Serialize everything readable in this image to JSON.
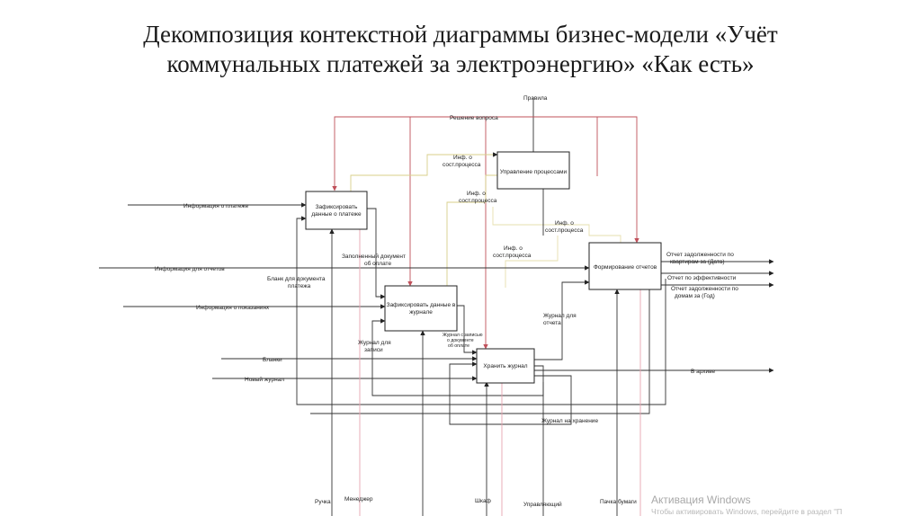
{
  "title": {
    "line1": "Декомпозиция контекстной диаграммы бизнес-модели «Учёт",
    "line2": "коммунальных платежей за электроэнергию» «Как есть»"
  },
  "boxes": {
    "fix_payment": [
      "Зафиксировать",
      "данные о платеже"
    ],
    "fix_journal": [
      "Зафиксировать данные в",
      "журнале"
    ],
    "store_journal": [
      "Хранить журнал"
    ],
    "manage": [
      "Управление процессами"
    ],
    "reports": [
      "Формирование отчетов"
    ]
  },
  "labels": {
    "rules": "Правила",
    "decision": "Решение вопроса",
    "inf_proc_1": [
      "Инф. о",
      "сост.процесса"
    ],
    "inf_proc_2": [
      "Инф. о",
      "сост.процесса"
    ],
    "inf_proc_3": [
      "Инф. о",
      "сост.процесса"
    ],
    "inf_proc_4": [
      "Инф. о",
      "сост.процесса"
    ],
    "pay_info": "Информация о платеже",
    "report_info": "Информация для отчетов",
    "readings_info": "Информация о показаниях",
    "blanks": "Бланки",
    "new_journal": "Новый журнал",
    "filled_doc": [
      "Заполненный документ",
      "об оплате"
    ],
    "blank_doc": [
      "Бланк для документа",
      "платежа"
    ],
    "journal_record": [
      "Журнал для",
      "записи"
    ],
    "journal_with_record": [
      "Журнал с записью",
      "о документе",
      "об оплате"
    ],
    "journal_report": [
      "Журнал для",
      "отчета"
    ],
    "journal_storage": "Журнал на хранение",
    "archive": "В архиве",
    "out_apartments": [
      "Отчет задолженности по",
      "квартирам за (Дата)"
    ],
    "out_efficiency": "Отчет по эффективности",
    "out_houses": [
      "Отчет задолженности по",
      "домам за (Год)"
    ],
    "pen": "Ручка",
    "manager": "Менеджер",
    "cabinet": "Шкаф",
    "director": "Управляющий",
    "paper": "Пачка бумаги"
  },
  "watermark": {
    "line1": "Активация Windows",
    "line2": "Чтобы активировать Windows, перейдите в раздел \"П"
  }
}
